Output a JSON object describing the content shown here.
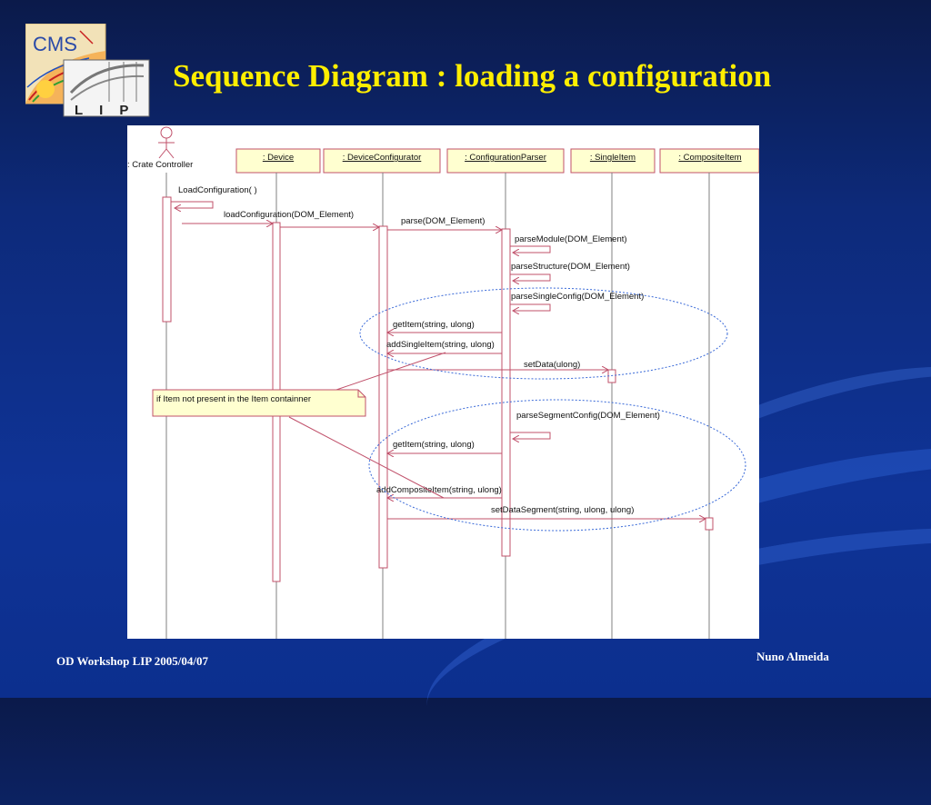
{
  "slide": {
    "title": "Sequence Diagram : loading a configuration",
    "footer_left": "OD Workshop LIP  2005/04/07",
    "footer_right": "Nuno Almeida"
  },
  "logo": {
    "cms_text": "CMS",
    "lip_text": "LIP"
  },
  "diagram": {
    "actor": ": Crate Controller",
    "objects": [
      ": Device",
      ": DeviceConfigurator",
      ": ConfigurationParser",
      ": SingleItem",
      ": CompositeItem"
    ],
    "messages": [
      "LoadConfiguration( )",
      "loadConfiguration(DOM_Element)",
      "parse(DOM_Element)",
      "parseModule(DOM_Element)",
      "parseStructure(DOM_Element)",
      "parseSingleConfig(DOM_Element)",
      "getItem(string, ulong)",
      "addSingleItem(string, ulong)",
      "setData(ulong)",
      "parseSegmentConfig(DOM_Element)",
      "getItem(string, ulong)",
      "addCompositeItem(string, ulong)",
      "setDataSegment(string, ulong, ulong)"
    ],
    "note": "if Item not present in the Item containner"
  }
}
